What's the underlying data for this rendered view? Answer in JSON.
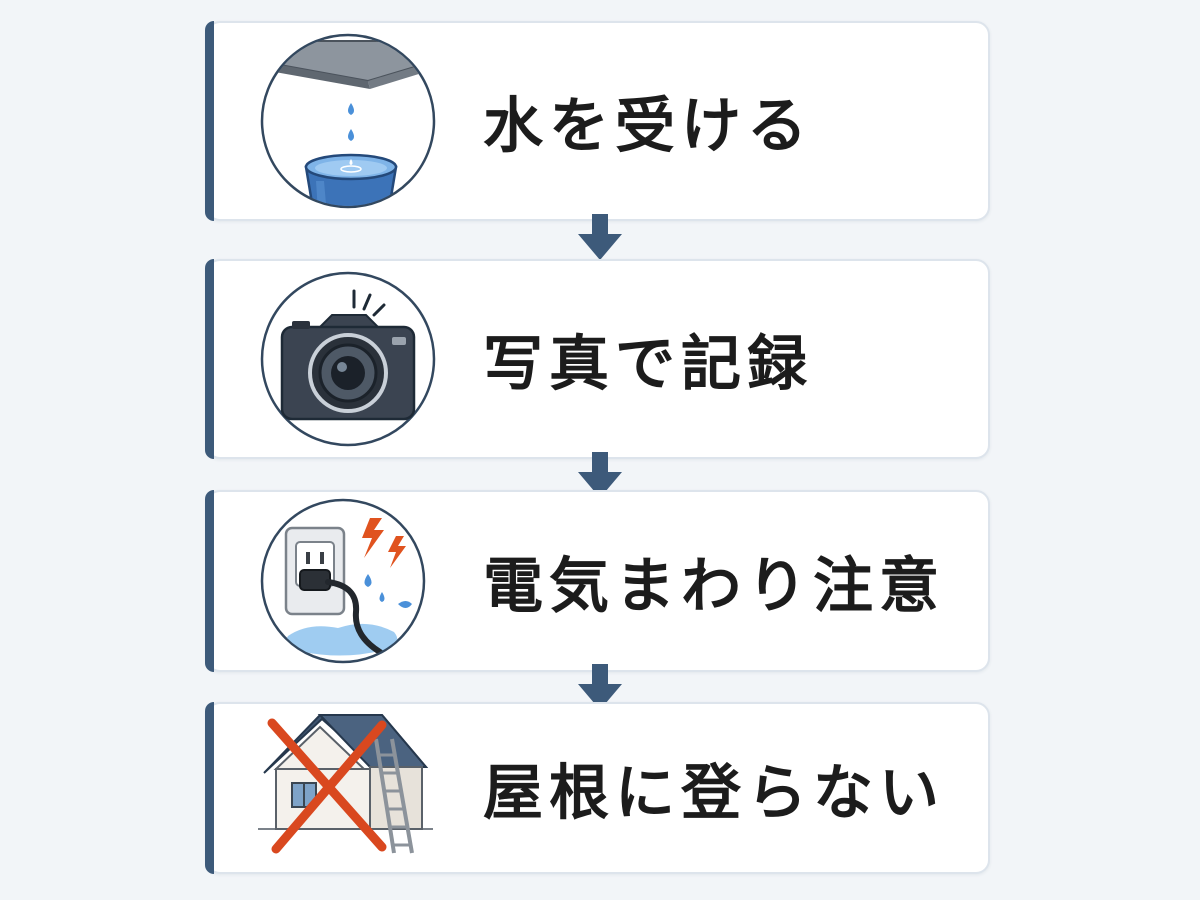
{
  "steps": [
    {
      "label": "水を受ける",
      "icon": "roof-drip-bucket-icon"
    },
    {
      "label": "写真で記録",
      "icon": "camera-icon"
    },
    {
      "label": "電気まわり注意",
      "icon": "outlet-water-spark-icon"
    },
    {
      "label": "屋根に登らない",
      "icon": "house-ladder-crossed-icon"
    }
  ],
  "colors": {
    "accent": "#3d5a7a",
    "arrow": "#3d5a7a",
    "card_bg": "#ffffff",
    "card_border": "#dde4ec",
    "page_bg": "#f2f5f8",
    "warning_red": "#d9481f",
    "water_blue": "#4a90d9"
  }
}
